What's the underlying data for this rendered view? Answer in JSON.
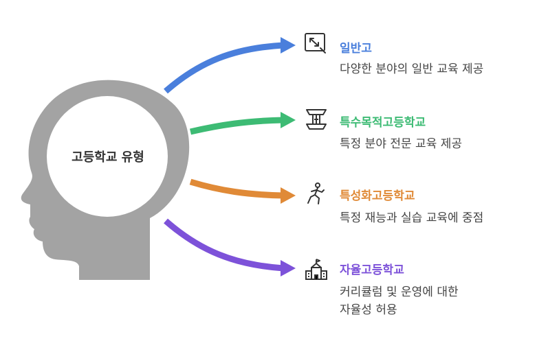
{
  "center": {
    "label": "고등학교 유형"
  },
  "items": [
    {
      "title": "일반고",
      "desc": [
        "다양한 분야의 일반 교육 제공"
      ],
      "color": "#4a7fdc",
      "icon": "resize-arrows-icon"
    },
    {
      "title": "특수목적고등학교",
      "desc": [
        "특정 분야 전문 교육 제공"
      ],
      "color": "#3dbb74",
      "icon": "monument-icon"
    },
    {
      "title": "특성화고등학교",
      "desc": [
        "특정 재능과 실습 교육에 중점"
      ],
      "color": "#e08a37",
      "icon": "person-exercise-icon"
    },
    {
      "title": "자율고등학교",
      "desc": [
        "커리큘럼 및 운영에 대한",
        "자율성 허용"
      ],
      "color": "#7d52d9",
      "icon": "school-building-icon"
    }
  ]
}
